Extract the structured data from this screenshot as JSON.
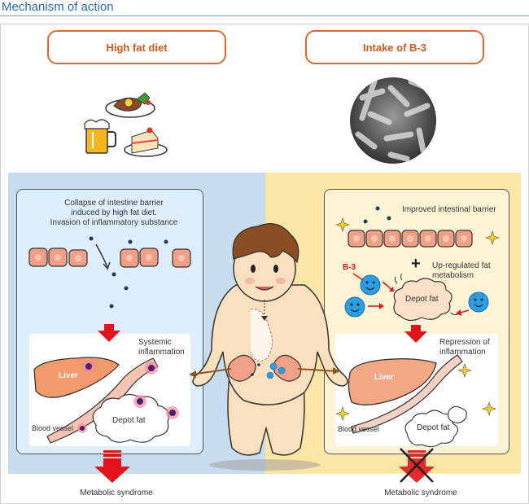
{
  "title": "Mechanism of action",
  "left": {
    "header": "High fat diet",
    "box_caption_line1": "Collapse of intestine barrier",
    "box_caption_line2": "induced by high fat diet.",
    "box_caption_line3": "Invasion of inflammatory substance",
    "systemic_line1": "Systemic",
    "systemic_line2": "inflammation",
    "liver": "Liver",
    "blood_vessel": "Blood vessel",
    "depot_fat": "Depot fat",
    "outcome": "Metabolic syndrome"
  },
  "right": {
    "header": "Intake of B-3",
    "barrier": "Improved intestinal barrier",
    "bacteria_label": "B-3",
    "fat_line1": "Up-regulated fat",
    "fat_line2": "metabolism",
    "depot_fat_top": "Depot fat",
    "repression_line1": "Repression of",
    "repression_line2": "inflammation",
    "liver": "Liver",
    "blood_vessel": "Blood vessel",
    "depot_fat": "Depot fat",
    "outcome": "Metabolic syndrome"
  },
  "colors": {
    "accent_orange": "#d96a2b",
    "left_panel": "#c8dcef",
    "right_panel": "#fbe6a7",
    "arrow_red": "#e0151c",
    "cell": "#f0a086"
  }
}
